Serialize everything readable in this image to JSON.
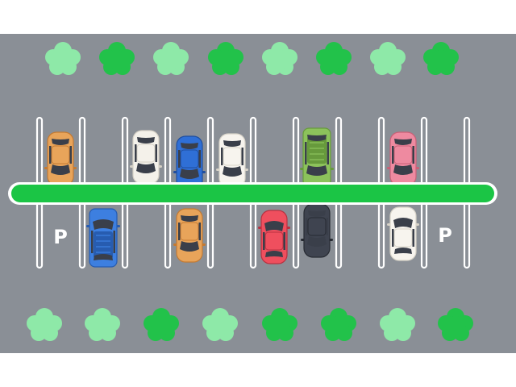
{
  "scene": {
    "colors": {
      "asphalt": "#8a8f96",
      "page_bg": "#ffffff",
      "stripe": "#ffffff",
      "median": "#1bc545",
      "median_edge": "#ffffff",
      "tree_light": "#8ee9a8",
      "tree_dark": "#22c24a",
      "parking_sign": "#ffffff"
    },
    "parking_signs": [
      {
        "label": "P"
      },
      {
        "label": "P"
      }
    ],
    "trees_top": [
      {
        "shade": "light"
      },
      {
        "shade": "dark"
      },
      {
        "shade": "light"
      },
      {
        "shade": "dark"
      },
      {
        "shade": "light"
      },
      {
        "shade": "dark"
      },
      {
        "shade": "light"
      },
      {
        "shade": "dark"
      }
    ],
    "trees_bottom": [
      {
        "shade": "light"
      },
      {
        "shade": "light"
      },
      {
        "shade": "dark"
      },
      {
        "shade": "light"
      },
      {
        "shade": "dark"
      },
      {
        "shade": "dark"
      },
      {
        "shade": "light"
      },
      {
        "shade": "dark"
      }
    ],
    "cars_top_row": [
      {
        "type": "sedan",
        "color": "#e8a45a",
        "accent": "#c47a32"
      },
      {
        "type": "sedan",
        "color": "#f4f1ea",
        "accent": "#d6d1c6"
      },
      {
        "type": "sedan",
        "color": "#2f6fd6",
        "accent": "#1f4e9e"
      },
      {
        "type": "sedan",
        "color": "#f7f4ee",
        "accent": "#d8d3c8"
      },
      {
        "type": "van",
        "color": "#8cc25b",
        "accent": "#679a3c"
      },
      {
        "type": "sedan",
        "color": "#ee8aa0",
        "accent": "#c96077"
      }
    ],
    "cars_bottom_row": [
      {
        "type": "van",
        "color": "#3d7fe0",
        "accent": "#275cb0"
      },
      {
        "type": "sedan",
        "color": "#e8a45a",
        "accent": "#c47a32"
      },
      {
        "type": "sedan",
        "color": "#ef4f5e",
        "accent": "#b83140"
      },
      {
        "type": "sedan",
        "color": "#3f4450",
        "accent": "#262a32"
      },
      {
        "type": "sedan",
        "color": "#f7f4ee",
        "accent": "#d8d3c8"
      }
    ]
  }
}
